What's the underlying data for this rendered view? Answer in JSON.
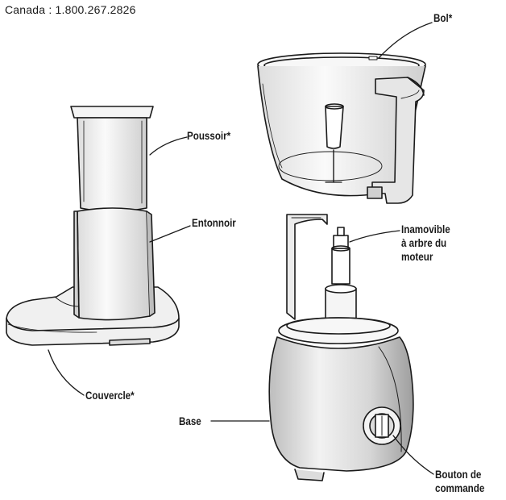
{
  "header": {
    "text": "Canada : 1.800.267.2826"
  },
  "labels": {
    "bol": "Bol*",
    "poussoir": "Poussoir*",
    "entonnoir": "Entonnoir",
    "inamovible": [
      "Inamovible",
      "à arbre du",
      "moteur"
    ],
    "couvercle": "Couvercle*",
    "base": "Base",
    "bouton": [
      "Bouton de",
      "commande"
    ]
  },
  "colors": {
    "ink": "#1a1a1a",
    "bowl_fill": "#f3f3f3",
    "base_fill": "#e8e8e8"
  }
}
